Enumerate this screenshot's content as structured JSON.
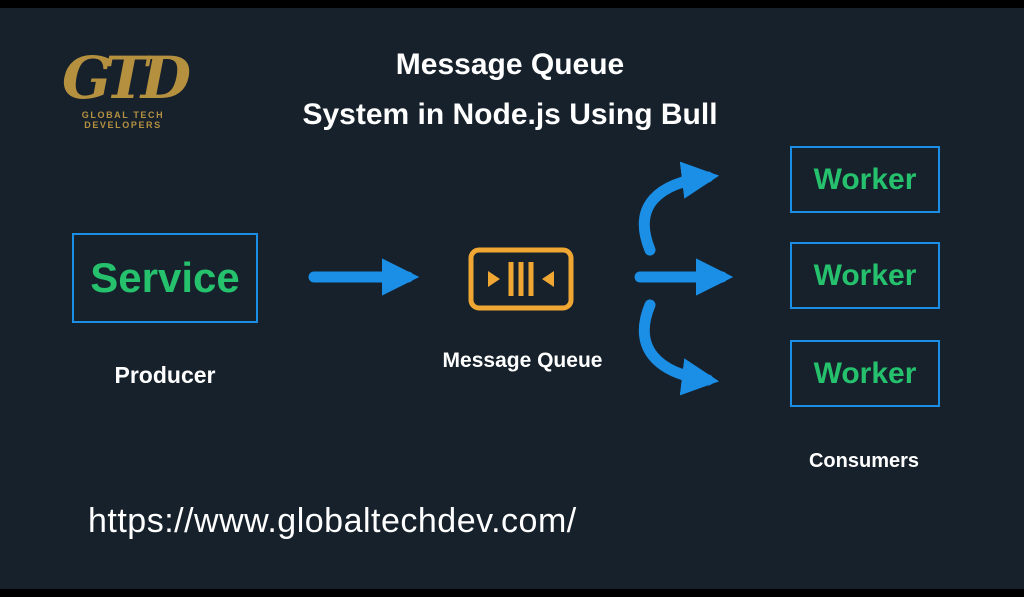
{
  "colors": {
    "background": "#16212c",
    "edge": "#000000",
    "blue": "#1b8ee6",
    "green": "#25c16c",
    "gold": "#b5913f",
    "orange": "#f0a632",
    "text": "#ffffff"
  },
  "logo": {
    "monogram": "GTD",
    "caption": "GLOBAL TECH DEVELOPERS"
  },
  "title": {
    "line1": "Message Queue",
    "line2": "System in Node.js Using Bull"
  },
  "diagram": {
    "producer": {
      "box_label": "Service",
      "caption": "Producer"
    },
    "queue": {
      "icon": "message-queue-icon",
      "caption": "Message Queue"
    },
    "consumers": {
      "workers": [
        {
          "label": "Worker"
        },
        {
          "label": "Worker"
        },
        {
          "label": "Worker"
        }
      ],
      "caption": "Consumers"
    }
  },
  "footer": {
    "url": "https://www.globaltechdev.com/"
  }
}
